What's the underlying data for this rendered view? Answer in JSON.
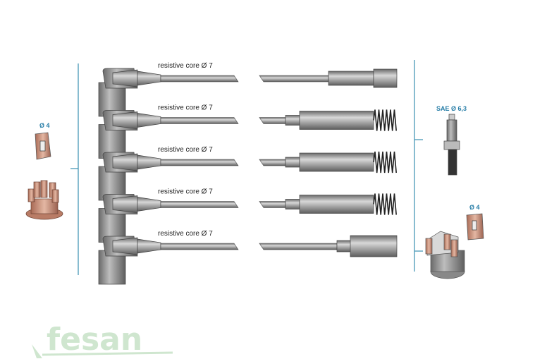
{
  "cables": [
    {
      "label": "resistive core Ø 7",
      "end": "straight"
    },
    {
      "label": "resistive core Ø 7",
      "end": "spring"
    },
    {
      "label": "resistive core Ø 7",
      "end": "spring"
    },
    {
      "label": "resistive core Ø 7",
      "end": "spring"
    },
    {
      "label": "resistive core Ø 7",
      "end": "coil"
    }
  ],
  "left": {
    "terminal_label": "Ø 4"
  },
  "right": {
    "spark_plug_label": "SAE Ø 6,3",
    "terminal_label": "Ø 4"
  },
  "watermark": "fesan",
  "colors": {
    "bracket": "#3a8fb0",
    "cable": "#8a8a8a",
    "cap": "#c98f78"
  }
}
